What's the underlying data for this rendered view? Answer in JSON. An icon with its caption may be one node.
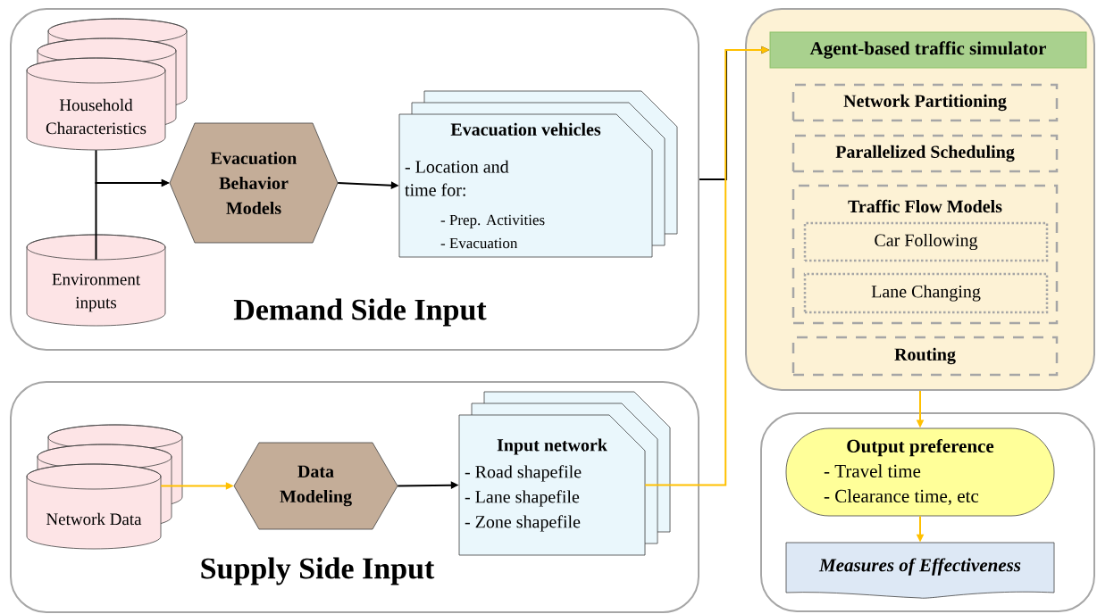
{
  "diagram": {
    "nodes": [
      {
        "text": [
          "Demand Side Input"
        ]
      },
      {
        "text": [
          "Household Characteristics"
        ],
        "in": 0
      },
      {
        "text": [
          "Environment inputs"
        ],
        "in": 0
      },
      {
        "text": [
          "Evacuation Behavior Models"
        ],
        "in": 0
      },
      {
        "text": [
          "Evacuation vehicles",
          "- Location and time for:",
          "- Prep. Activities",
          "- Evacuation"
        ],
        "in": 0
      },
      {
        "text": [
          "Supply Side Input"
        ]
      },
      {
        "text": [
          "Network Data"
        ],
        "in": 5
      },
      {
        "text": [
          "Data Modeling"
        ],
        "in": 5
      },
      {
        "text": [
          "Input network",
          "- Road shapefile",
          "- Lane shapefile",
          "- Zone shapefile"
        ],
        "in": 5
      },
      {
        "text": [],
        "shape": "box"
      },
      {
        "text": [
          "Agent-based traffic simulator"
        ],
        "in": 9
      },
      {
        "text": [
          "Network Partitioning"
        ],
        "in": 9
      },
      {
        "text": [
          "Parallelized Scheduling"
        ],
        "in": 9
      },
      {
        "text": [
          "Traffic Flow Models"
        ],
        "in": 9
      },
      {
        "text": [
          "Car Following"
        ],
        "in": 13
      },
      {
        "text": [
          "Lane Changing"
        ],
        "in": 13
      },
      {
        "text": [
          "Routing"
        ],
        "in": 9
      },
      {
        "text": [],
        "shape": "box"
      },
      {
        "text": [
          "Output preference",
          "- Travel time",
          "- Clearance time, etc"
        ],
        "in": 17
      },
      {
        "text": [
          "Measures of Effectiveness"
        ],
        "in": 17
      }
    ],
    "edges": [
      {
        "from": 1,
        "to": 3,
        "arrow": "to"
      },
      {
        "from": 2,
        "to": 3,
        "arrow": "to"
      },
      {
        "from": 3,
        "to": 4,
        "arrow": "to"
      },
      {
        "from": 0,
        "to": 10,
        "arrow": "to"
      },
      {
        "from": 8,
        "to": 10,
        "arrow": "to",
        "color": "#ffc000"
      },
      {
        "from": 6,
        "to": 7,
        "arrow": "to",
        "color": "#ffc000"
      },
      {
        "from": 7,
        "to": 8,
        "arrow": "to"
      },
      {
        "from": 9,
        "to": 18,
        "arrow": "to",
        "color": "#ffc000"
      },
      {
        "from": 18,
        "to": 19,
        "arrow": "to",
        "color": "#ffc000"
      }
    ]
  }
}
